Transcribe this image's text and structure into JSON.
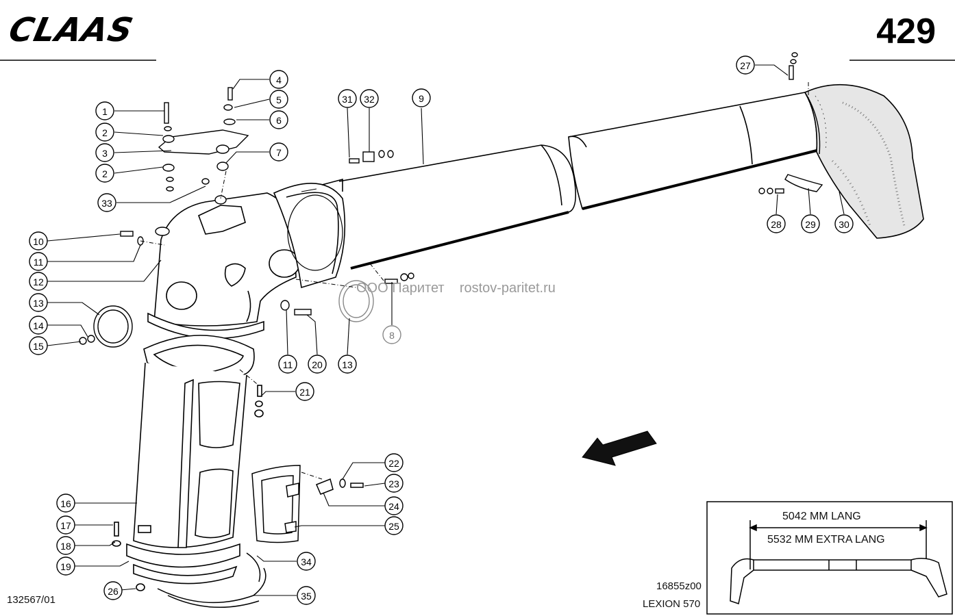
{
  "header": {
    "brand": "CLAAS",
    "page_number": "429"
  },
  "watermark": {
    "company": "ООО Паритет",
    "site": "rostov-paritet.ru"
  },
  "footer": {
    "doc_number": "132567/01",
    "drawing_code": "16855z00",
    "model": "LEXION 570"
  },
  "inset": {
    "length_standard": "5042 MM LANG",
    "length_extra": "5532 MM EXTRA LANG"
  },
  "callouts": [
    {
      "id": "c1",
      "label": "1"
    },
    {
      "id": "c2a",
      "label": "2"
    },
    {
      "id": "c3",
      "label": "3"
    },
    {
      "id": "c2b",
      "label": "2"
    },
    {
      "id": "c33",
      "label": "33"
    },
    {
      "id": "c4",
      "label": "4"
    },
    {
      "id": "c5",
      "label": "5"
    },
    {
      "id": "c6",
      "label": "6"
    },
    {
      "id": "c7",
      "label": "7"
    },
    {
      "id": "c10",
      "label": "10"
    },
    {
      "id": "c11a",
      "label": "11"
    },
    {
      "id": "c12",
      "label": "12"
    },
    {
      "id": "c13a",
      "label": "13"
    },
    {
      "id": "c14",
      "label": "14"
    },
    {
      "id": "c15",
      "label": "15"
    },
    {
      "id": "c31",
      "label": "31"
    },
    {
      "id": "c32",
      "label": "32"
    },
    {
      "id": "c9",
      "label": "9"
    },
    {
      "id": "c27",
      "label": "27"
    },
    {
      "id": "c28",
      "label": "28"
    },
    {
      "id": "c29",
      "label": "29"
    },
    {
      "id": "c30",
      "label": "30"
    },
    {
      "id": "c8",
      "label": "8"
    },
    {
      "id": "c11b",
      "label": "11"
    },
    {
      "id": "c20",
      "label": "20"
    },
    {
      "id": "c13b",
      "label": "13"
    },
    {
      "id": "c21",
      "label": "21"
    },
    {
      "id": "c22",
      "label": "22"
    },
    {
      "id": "c23",
      "label": "23"
    },
    {
      "id": "c24",
      "label": "24"
    },
    {
      "id": "c25",
      "label": "25"
    },
    {
      "id": "c16",
      "label": "16"
    },
    {
      "id": "c17",
      "label": "17"
    },
    {
      "id": "c18",
      "label": "18"
    },
    {
      "id": "c19",
      "label": "19"
    },
    {
      "id": "c34",
      "label": "34"
    },
    {
      "id": "c26",
      "label": "26"
    },
    {
      "id": "c35",
      "label": "35"
    }
  ]
}
